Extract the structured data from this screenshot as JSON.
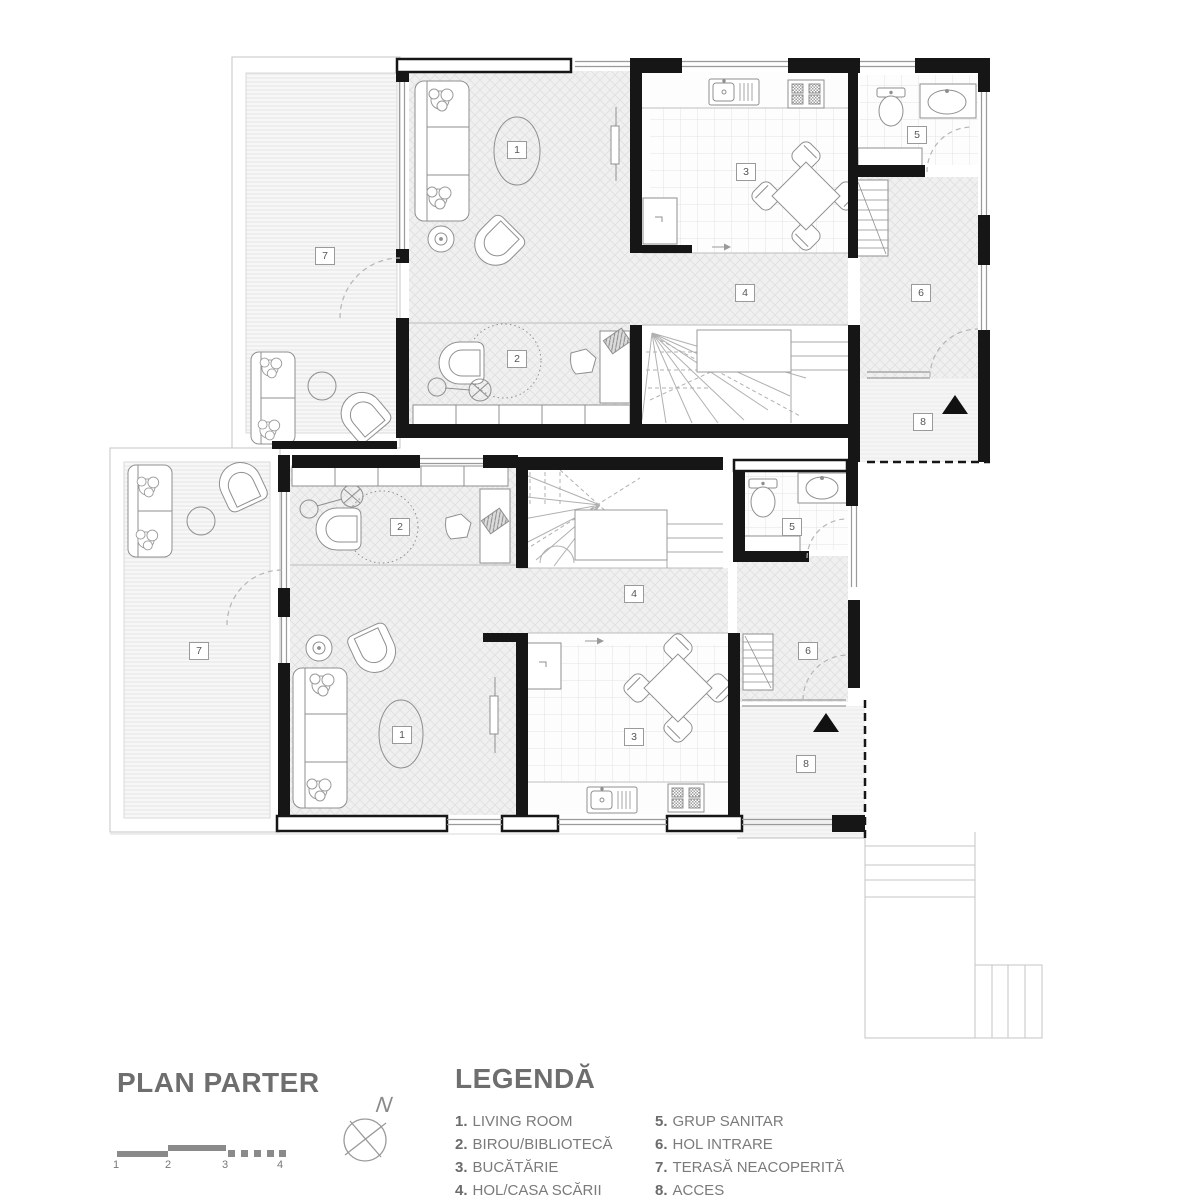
{
  "plan_title": "PLAN PARTER",
  "legend": {
    "title": "LEGENDĂ",
    "items": [
      {
        "num": "1.",
        "label": "LIVING ROOM"
      },
      {
        "num": "2.",
        "label": "BIROU/BIBLIOTECĂ"
      },
      {
        "num": "3.",
        "label": "BUCĂTĂRIE"
      },
      {
        "num": "4.",
        "label": "HOL/CASA SCĂRII"
      },
      {
        "num": "5.",
        "label": "GRUP SANITAR"
      },
      {
        "num": "6.",
        "label": "HOL INTRARE"
      },
      {
        "num": "7.",
        "label": "TERASĂ NEACOPERITĂ"
      },
      {
        "num": "8.",
        "label": "ACCES"
      }
    ]
  },
  "scale_bar": {
    "ticks": [
      "1",
      "2",
      "3",
      "4"
    ]
  },
  "compass": {
    "north_label": "N"
  },
  "room_labels": [
    {
      "num": "1"
    },
    {
      "num": "7"
    },
    {
      "num": "2"
    },
    {
      "num": "3"
    },
    {
      "num": "5"
    },
    {
      "num": "4"
    },
    {
      "num": "6"
    },
    {
      "num": "8"
    },
    {
      "num": "2"
    },
    {
      "num": "5"
    },
    {
      "num": "4"
    },
    {
      "num": "7"
    },
    {
      "num": "6"
    },
    {
      "num": "1"
    },
    {
      "num": "3"
    },
    {
      "num": "8"
    }
  ],
  "colors": {
    "wall": "#161616",
    "furniture_line": "#8f8f8f",
    "title_text": "#6e6e6e",
    "legend_text": "#7a7a7a",
    "access_arrow": "#111111"
  }
}
